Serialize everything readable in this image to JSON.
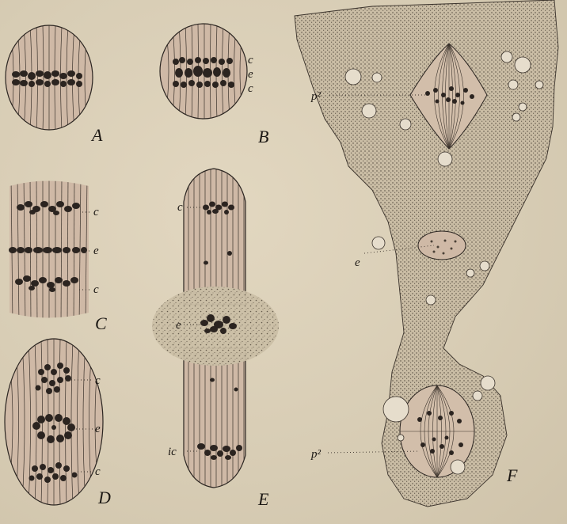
{
  "figures": [
    {
      "letter": "A",
      "labels": []
    },
    {
      "letter": "B",
      "labels": [
        "c",
        "e",
        "c"
      ]
    },
    {
      "letter": "C",
      "labels": [
        "c",
        "e",
        "c"
      ]
    },
    {
      "letter": "D",
      "labels": [
        "c",
        "e",
        "c"
      ]
    },
    {
      "letter": "E",
      "labels": [
        "c",
        "e",
        "ic"
      ]
    },
    {
      "letter": "F",
      "labels": [
        "p²",
        "e",
        "p²"
      ]
    }
  ],
  "colors": {
    "paper": "#d9ceb6",
    "ink": "#1c1814",
    "spindle_fill": "#cdb8a4",
    "cytoplasm": "#b8ab94"
  }
}
